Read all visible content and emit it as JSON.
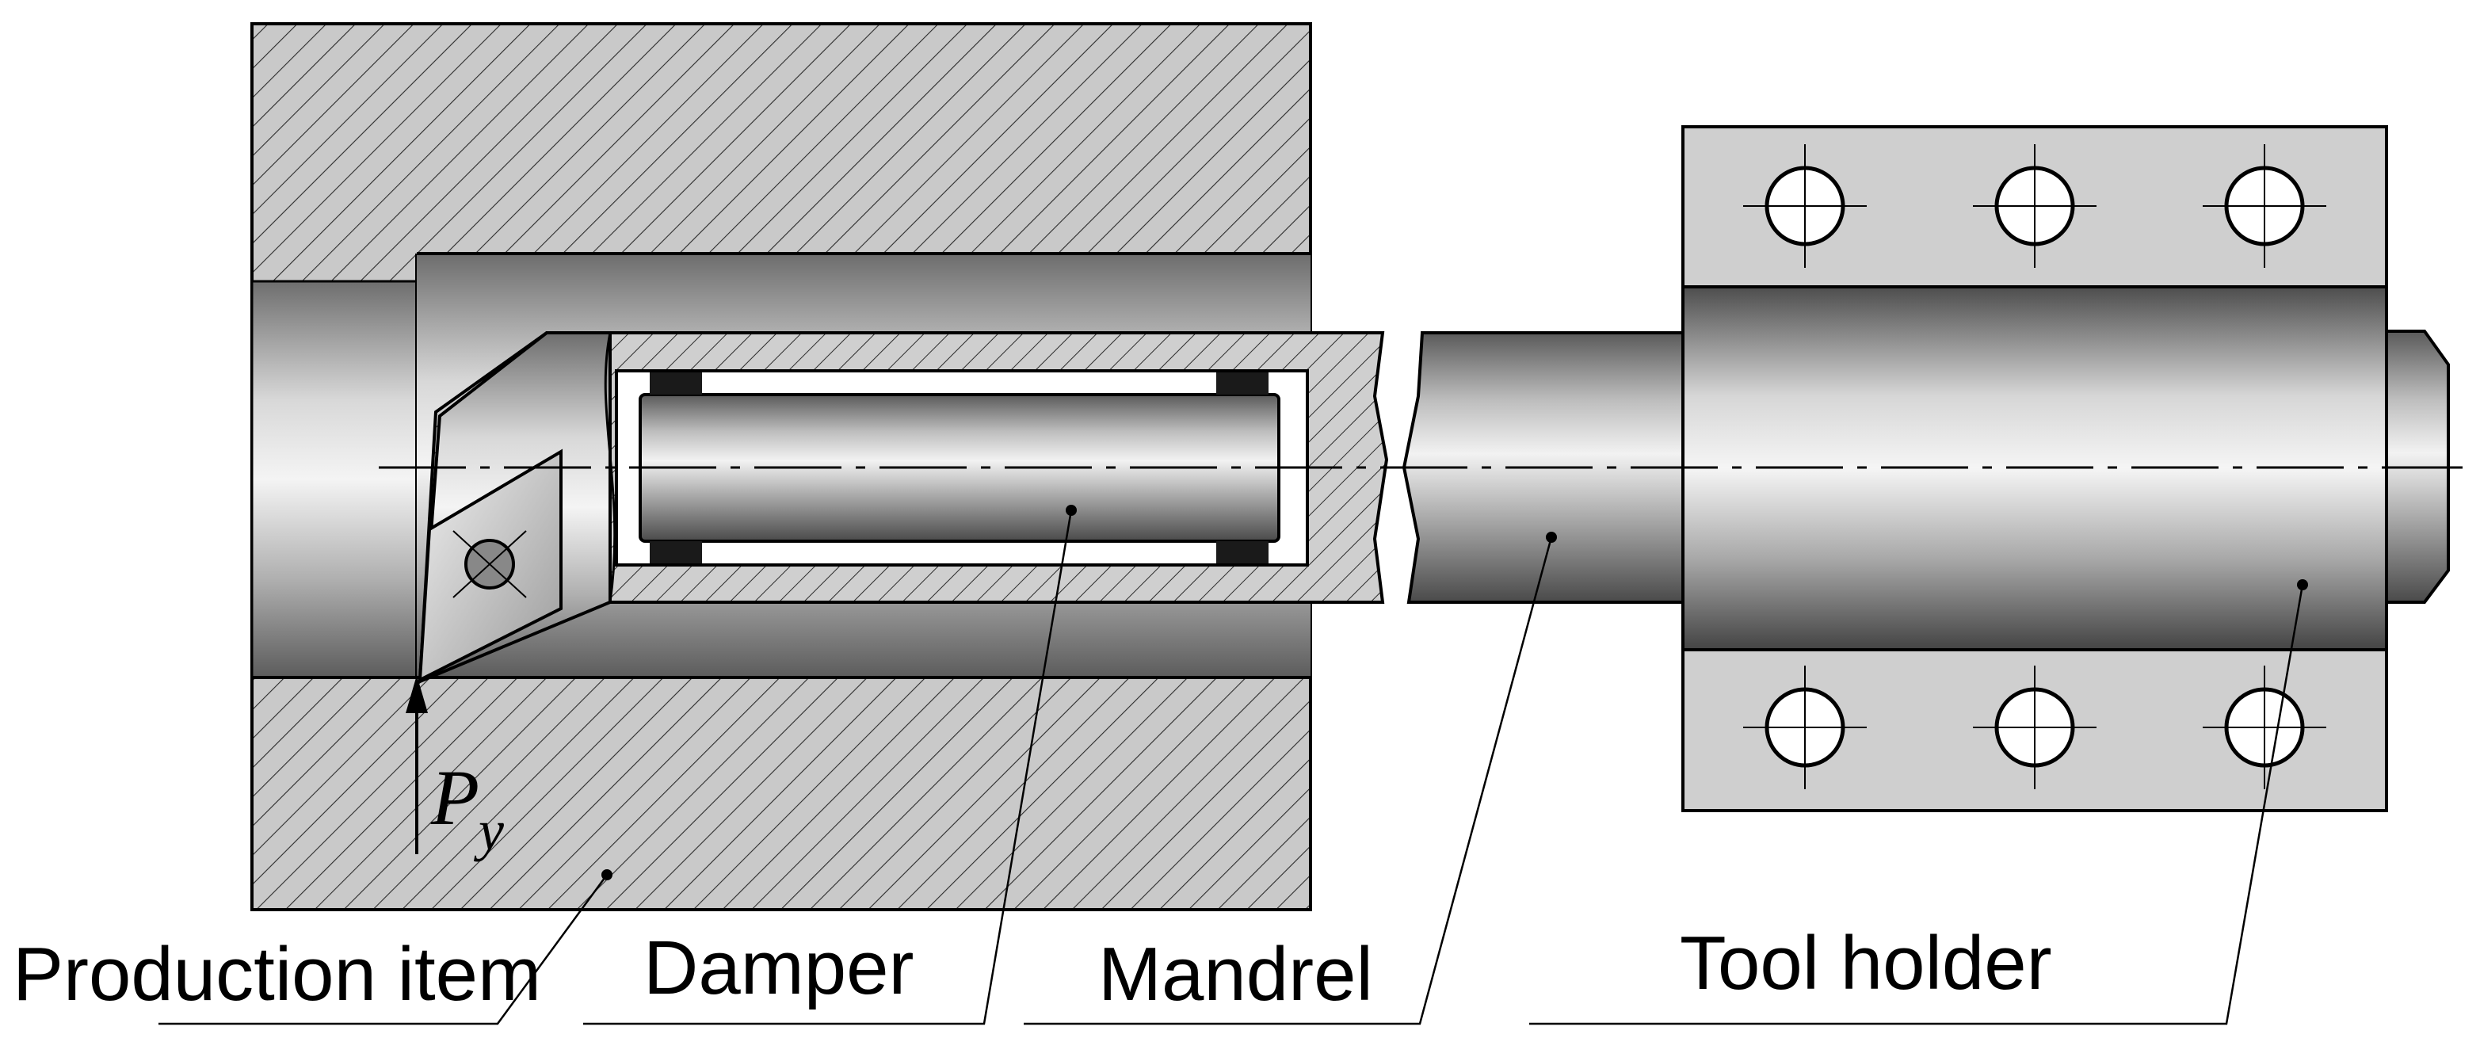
{
  "labels": {
    "production_item": "Production item",
    "damper": "Damper",
    "mandrel": "Mandrel",
    "tool_holder": "Tool holder"
  },
  "force": {
    "symbol": "P",
    "subscript": "y"
  },
  "colors": {
    "line": "#000000",
    "hatch": "#333333",
    "body_fill": "#c8c8c8",
    "seal": "#1a1a1a",
    "background": "#ffffff"
  }
}
